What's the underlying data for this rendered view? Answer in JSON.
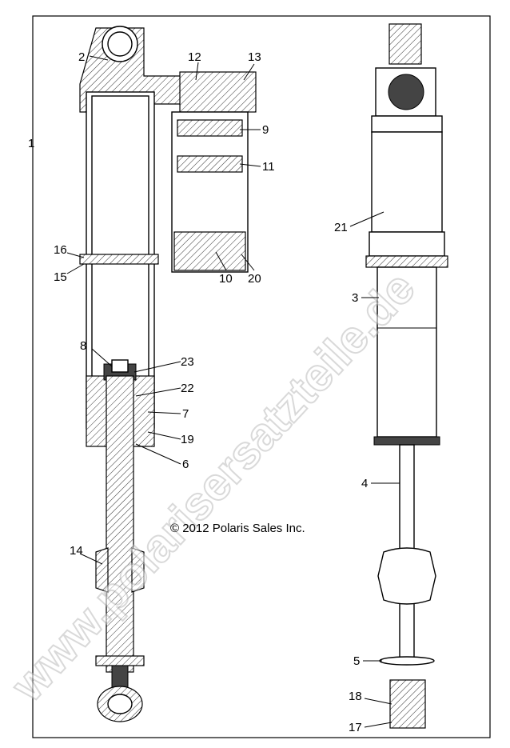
{
  "diagram": {
    "copyright": "© 2012 Polaris Sales Inc.",
    "watermark": "www.polarisersatzteile.de",
    "callouts": [
      "1",
      "2",
      "12",
      "13",
      "9",
      "11",
      "16",
      "15",
      "10",
      "20",
      "8",
      "23",
      "22",
      "7",
      "19",
      "6",
      "14",
      "21",
      "3",
      "4",
      "5",
      "18",
      "17"
    ]
  }
}
